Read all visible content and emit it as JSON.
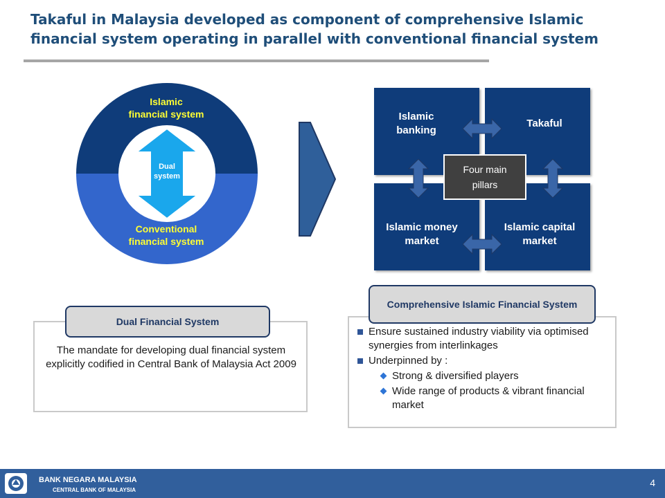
{
  "title": "Takaful in Malaysia developed as component of comprehensive Islamic financial system  operating in parallel with conventional financial system",
  "donut": {
    "top_label": "Islamic\nfinancial system",
    "bottom_label": "Conventional\nfinancial system",
    "center_label": "Dual\nsystem",
    "colors": {
      "top": "#0f3c7a",
      "bottom": "#3366cc",
      "arrow": "#1aa7ec",
      "top_text": "#ffff33",
      "bottom_text": "#ffff33"
    }
  },
  "pillars": {
    "q1": "Islamic\nbanking",
    "q2": "Takaful",
    "q3": "Islamic money\nmarket",
    "q4": "Islamic capital\nmarket",
    "center": "Four main\npillars"
  },
  "dual_panel": {
    "tab": "Dual Financial System",
    "text": "The mandate for developing dual financial system explicitly codified in Central Bank of Malaysia Act 2009"
  },
  "comprehensive_panel": {
    "tab": "Comprehensive Islamic Financial System",
    "bullets": [
      {
        "text": "Ensure sustained industry viability via optimised synergies from interlinkages",
        "sub": []
      },
      {
        "text": "Underpinned by :",
        "sub": [
          "Strong & diversified players",
          "Wide range of products & vibrant financial market"
        ]
      }
    ]
  },
  "footer": {
    "bank_name": "BANK NEGARA MALAYSIA",
    "bank_sub": "CENTRAL BANK OF MALAYSIA",
    "page_number": "4"
  }
}
